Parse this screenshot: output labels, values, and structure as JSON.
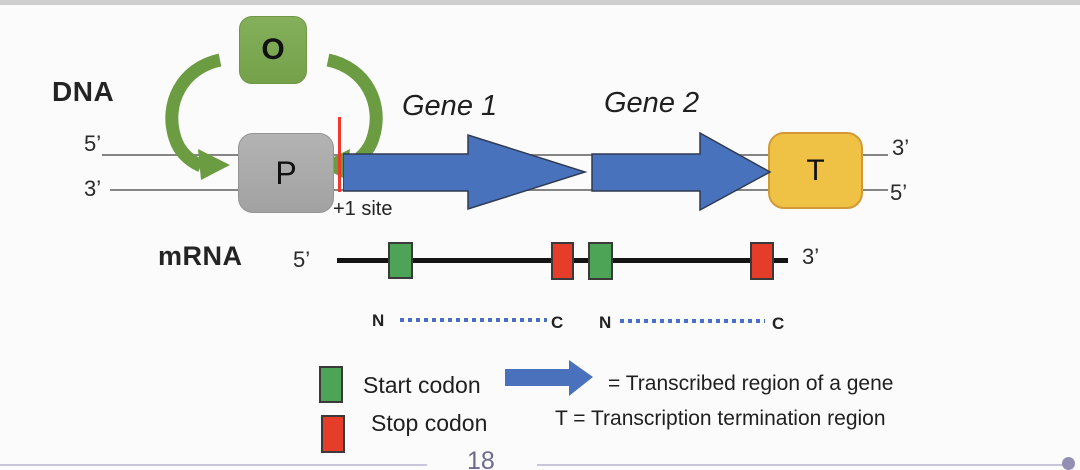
{
  "diagram": {
    "dna_label": "DNA",
    "mrna_label": "mRNA",
    "operator_label": "O",
    "promoter_label": "P",
    "terminator_label": "T",
    "plus_one_label": "+1 site",
    "gene1_label": "Gene 1",
    "gene2_label": "Gene 2",
    "dna_left_top_prime": "5’",
    "dna_left_bottom_prime": "3’",
    "dna_right_top_prime": "3’",
    "dna_right_bottom_prime": "5’",
    "mrna_left_prime": "5’",
    "mrna_right_prime": "3’",
    "proteins": [
      {
        "n": "N",
        "c": "C"
      },
      {
        "n": "N",
        "c": "C"
      }
    ]
  },
  "legend": {
    "start_codon_label": "Start codon",
    "stop_codon_label": "Stop codon",
    "arrow_meaning": "= Transcribed region of a gene",
    "terminator_meaning": "T = Transcription termination region"
  },
  "footer": {
    "page_number": "18"
  },
  "colors": {
    "operator_green": "#7CA855",
    "regulator_arrow_green": "#6B9C41",
    "promoter_gray": "#A9A9A9",
    "terminator_yellow": "#EFC245",
    "gene_arrow_blue": "#4972BC",
    "start_codon_green": "#4DA456",
    "stop_codon_red": "#E63C2A",
    "plus_one_red": "#F0392C",
    "protein_dotted_blue": "#4A6FC8",
    "footer_purple": "#6E6B8E"
  }
}
